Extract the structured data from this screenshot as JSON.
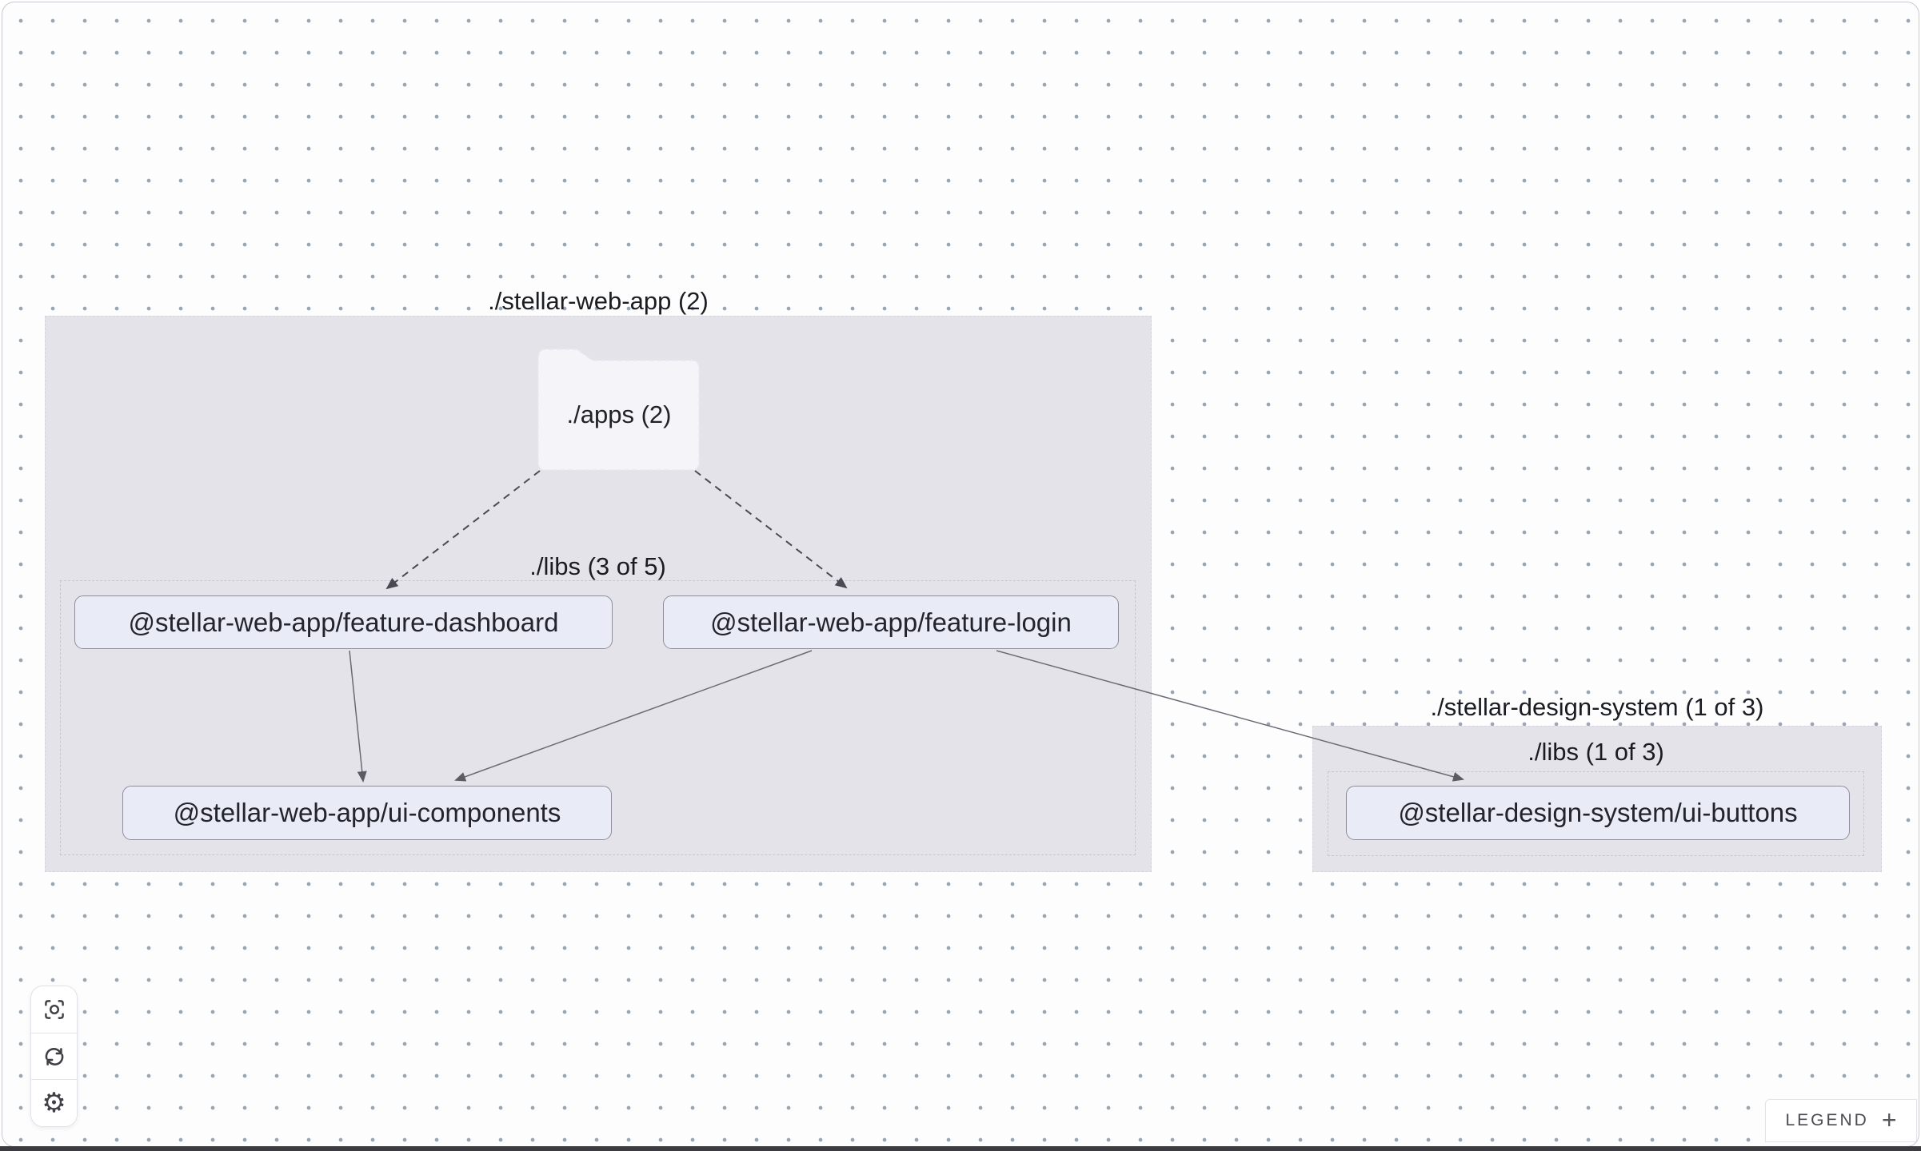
{
  "graph": {
    "workspace_group": {
      "label": "./stellar-web-app (2)",
      "apps_folder": {
        "label": "./apps (2)"
      },
      "libs_group": {
        "label": "./libs (3 of 5)"
      }
    },
    "design_system_group": {
      "label": "./stellar-design-system (1 of 3)",
      "libs_group": {
        "label": "./libs (1 of 3)"
      }
    },
    "nodes": {
      "feature_dashboard": {
        "label": "@stellar-web-app/feature-dashboard"
      },
      "feature_login": {
        "label": "@stellar-web-app/feature-login"
      },
      "ui_components": {
        "label": "@stellar-web-app/ui-components"
      },
      "ui_buttons": {
        "label": "@stellar-design-system/ui-buttons"
      }
    },
    "edges": [
      {
        "source": "./apps",
        "target": "@stellar-web-app/feature-dashboard",
        "style": "dashed"
      },
      {
        "source": "./apps",
        "target": "@stellar-web-app/feature-login",
        "style": "dashed"
      },
      {
        "source": "@stellar-web-app/feature-dashboard",
        "target": "@stellar-web-app/ui-components",
        "style": "solid"
      },
      {
        "source": "@stellar-web-app/feature-login",
        "target": "@stellar-web-app/ui-components",
        "style": "solid"
      },
      {
        "source": "@stellar-web-app/feature-login",
        "target": "@stellar-design-system/ui-buttons",
        "style": "solid"
      }
    ]
  },
  "toolbar": {
    "buttons": [
      {
        "icon": "focus-icon"
      },
      {
        "icon": "refresh-icon"
      },
      {
        "icon": "settings-icon"
      }
    ],
    "settings_glyph": "⚙"
  },
  "legend": {
    "label": "LEGEND",
    "toggle": "+"
  },
  "colors": {
    "group_fill": "#e5e3ea",
    "node_fill": "#e9ecf6",
    "node_border": "#8f8d9b",
    "dot": "#9aa4b3",
    "edge_solid": "#6b6a74",
    "edge_dashed": "#4b4a52",
    "folder_fill": "#f5f4f8"
  }
}
